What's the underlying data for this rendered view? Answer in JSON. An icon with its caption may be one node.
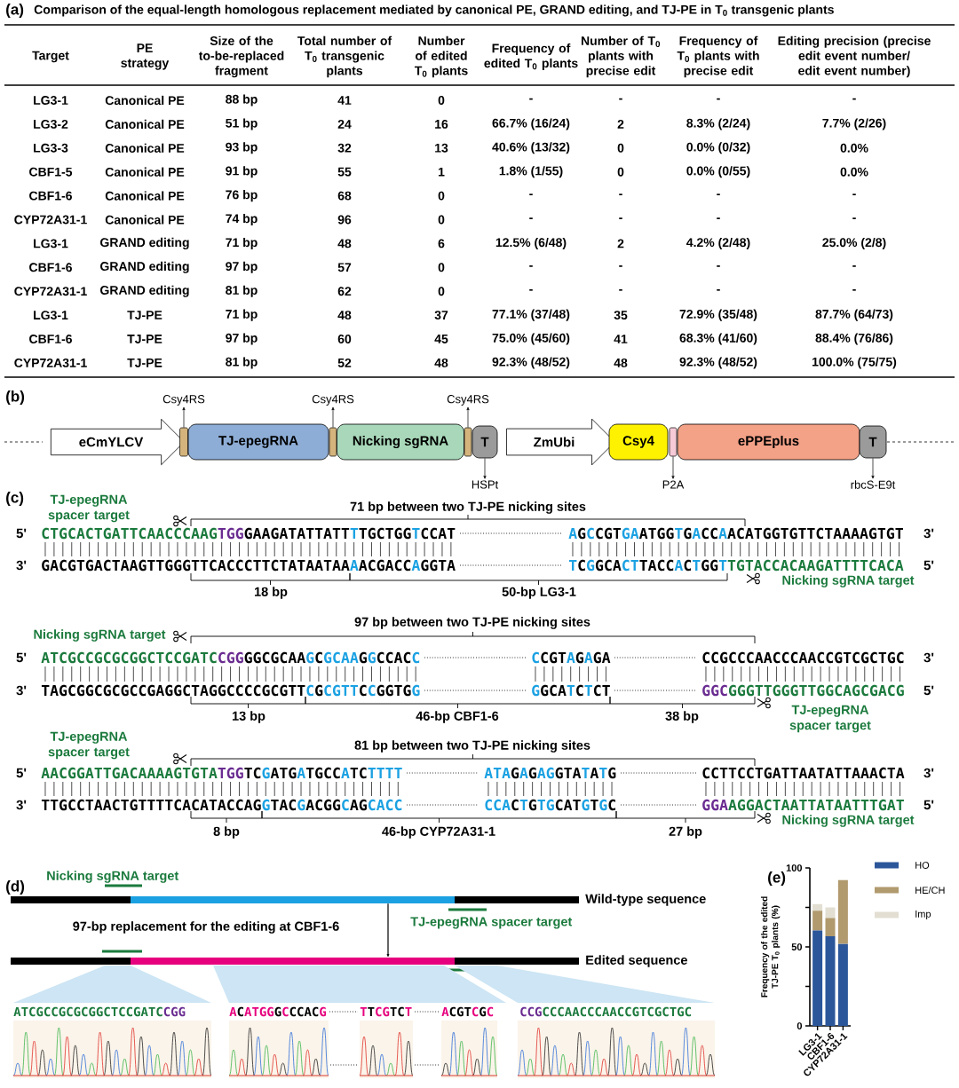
{
  "diagram": {
    "title": "Comparison of the equal-length homologous replacement mediated by canonical PE, GRAND editing, and TJ-PE in T$_{0}$ transgenic plants",
    "nodes": [
      {
        "text": [
          "eCmYLCV"
        ]
      },
      {
        "text": [],
        "shape": "box"
      },
      {
        "text": [
          "TJ-epegRNA"
        ]
      },
      {
        "text": [],
        "shape": "box"
      },
      {
        "text": [
          "Nicking sgRNA"
        ]
      },
      {
        "text": [],
        "shape": "box"
      },
      {
        "text": [
          "T"
        ]
      },
      {
        "text": [
          "ZmUbi"
        ]
      },
      {
        "text": [
          "Csy4"
        ]
      },
      {
        "text": [],
        "shape": "box"
      },
      {
        "text": [
          "ePPEplus"
        ]
      },
      {
        "text": [
          "T"
        ]
      },
      {
        "text": [
          "Csy4RS"
        ]
      },
      {
        "text": [
          "Csy4RS"
        ]
      },
      {
        "text": [
          "Csy4RS"
        ]
      },
      {
        "text": [
          "HSPt"
        ]
      },
      {
        "text": [
          "P2A"
        ]
      },
      {
        "text": [
          "rbcS-E9t"
        ]
      },
      {
        "text": [],
        "shape": "bar",
        "beside": [
          "Wild-type sequence"
        ]
      },
      {
        "text": [],
        "shape": "bar",
        "beside": [
          "Edited sequence"
        ]
      }
    ],
    "edges": [
      {
        "from": 1,
        "to": 12,
        "arrow": "to"
      },
      {
        "from": 3,
        "to": 13,
        "arrow": "to"
      },
      {
        "from": 5,
        "to": 14,
        "arrow": "to"
      },
      {
        "from": 6,
        "to": 15,
        "arrow": "to"
      },
      {
        "from": 9,
        "to": 16,
        "arrow": "to"
      },
      {
        "from": 11,
        "to": 17,
        "arrow": "to"
      },
      {
        "from": 18,
        "to": 19,
        "arrow": "to",
        "label": "97-bp replacement for the editing at CBF1-6"
      }
    ],
    "labels": [
      "(a)",
      "Target",
      "PE strategy",
      "Size of the to-be-replaced fragment",
      "Total number of T$_{0}$ transgenic plants",
      "Number of edited T$_{0}$ plants",
      "Frequency of edited T$_{0}$ plants",
      "Number of T$_{0}$ plants with precise edit",
      "Frequency of T$_{0}$ plants with precise edit",
      "Editing precision (precise edit event number/ edit event number)",
      "LG3-1",
      "Canonical PE",
      "88 bp",
      "41",
      "0",
      "-",
      "-",
      "-",
      "-",
      "LG3-2",
      "Canonical PE",
      "51 bp",
      "24",
      "16",
      "66.7% (16/24)",
      "2",
      "8.3% (2/24)",
      "7.7% (2/26)",
      "LG3-3",
      "Canonical PE",
      "93 bp",
      "32",
      "13",
      "40.6% (13/32)",
      "0",
      "0.0% (0/32)",
      "0.0%",
      "CBF1-5",
      "Canonical PE",
      "91 bp",
      "55",
      "1",
      "1.8% (1/55)",
      "0",
      "0.0% (0/55)",
      "0.0%",
      "CBF1-6",
      "Canonical PE",
      "76 bp",
      "68",
      "0",
      "-",
      "-",
      "-",
      "-",
      "CYP72A31-1",
      "Canonical PE",
      "74 bp",
      "96",
      "0",
      "-",
      "-",
      "-",
      "-",
      "LG3-1",
      "GRAND editing",
      "71 bp",
      "48",
      "6",
      "12.5% (6/48)",
      "2",
      "4.2% (2/48)",
      "25.0% (2/8)",
      "CBF1-6",
      "GRAND editing",
      "97 bp",
      "57",
      "0",
      "-",
      "-",
      "-",
      "-",
      "CYP72A31-1",
      "GRAND editing",
      "81 bp",
      "62",
      "0",
      "-",
      "-",
      "-",
      "-",
      "LG3-1",
      "TJ-PE",
      "71 bp",
      "48",
      "37",
      "77.1% (37/48)",
      "35",
      "72.9% (35/48)",
      "87.7% (64/73)",
      "CBF1-6",
      "TJ-PE",
      "97 bp",
      "60",
      "45",
      "75.0% (45/60)",
      "41",
      "68.3% (41/60)",
      "88.4% (76/86)",
      "CYP72A31-1",
      "TJ-PE",
      "81 bp",
      "52",
      "48",
      "92.3% (48/52)",
      "48",
      "92.3% (48/52)",
      "100.0% (75/75)",
      "(b)",
      "(c)",
      "5'",
      "CTGCACTGATTCAACCCAAGTGGGAAGATATTATTTTGCTGGTCCAT",
      "AGCCGTGAATGGTGACCAACATGGTGTTCTAAAAGTGT",
      "3'",
      "3'",
      "GACGTGACTAAGTTGGGTTCACCCTTCTATAATAAAACGACCAGGTA",
      "TCGGCACTTACCACTGGTTGTACCACAAGATTTTCACA",
      "5'",
      "TJ-epegRNA spacer target",
      "71 bp between two TJ-PE nicking sites",
      "18 bp",
      "50-bp LG3-1",
      "Nicking sgRNA target",
      "Nicking sgRNA target",
      "97 bp between two TJ-PE nicking sites",
      "5'",
      "ATCGCCGCGCGGCTCCGATCCGGGGCGCAAGCGCAAGGCCACC",
      "CCGTAGAGA",
      "CCGCCCAACCCAACCGTCGCTGC",
      "3'",
      "3'",
      "TAGCGGCGCGCCGAGGCTAGGCCCCGCGTTCGCGTTCCGGTGG",
      "GGCATCTCT",
      "GGCGGGTTGGGTTGGCAGCGACG",
      "5'",
      "13 bp",
      "46-bp CBF1-6",
      "38 bp",
      "TJ-epegRNA spacer target",
      "TJ-epegRNA spacer target",
      "81 bp between two TJ-PE nicking sites",
      "5'",
      "AACGGATTGACAAAAGTGTATGGTCGATGATGCCATCTTTT",
      "ATAGAGAGGTATATG",
      "CCTTCCTGATTAATATTAAACTA",
      "3'",
      "3'",
      "TTGCCTAACTGTTTTCACATACCAGGTACGACGGCAGCACC",
      "CCACTGTGCATGTGC",
      "GGAAGGACTAATTATAATTTGAT",
      "5'",
      "8 bp",
      "46-bp CYP72A31-1",
      "27 bp",
      "Nicking sgRNA target",
      "(d)",
      "Nicking sgRNA target",
      "TJ-epegRNA  spacer target",
      "ATCGCCGCGCGGCTCCGATCCGG",
      "ACATGGGCCCACG",
      "TTCGTCT",
      "ACGTCGC",
      "CCGCCCAACCCAACCGTCGCTGC",
      "(e)"
    ],
    "chart_data": {
      "type": "bar",
      "stacked": true,
      "ylabel": "Frequency of the edited TJ-PE T$_{0}$ plants (%)",
      "categories": [
        "LG3-1",
        "CBF1-6",
        "CYP72A31-1"
      ],
      "series": [
        {
          "color": "#2b569a",
          "values": [
            60.4,
            56.7,
            51.9
          ]
        },
        {
          "color": "#b09a6e",
          "values": [
            12.5,
            11.6,
            40.4
          ]
        },
        {
          "color": "#e2ded2",
          "values": [
            4.2,
            6.7,
            0
          ]
        }
      ],
      "ylim": [
        0,
        100
      ],
      "yticks": [
        0,
        50,
        100
      ]
    },
    "legend": [
      {
        "text": "HO",
        "color": "#2b569a"
      },
      {
        "text": "HE/CH",
        "color": "#b09a6e"
      },
      {
        "text": "Imp",
        "color": "#e2ded2"
      }
    ]
  }
}
